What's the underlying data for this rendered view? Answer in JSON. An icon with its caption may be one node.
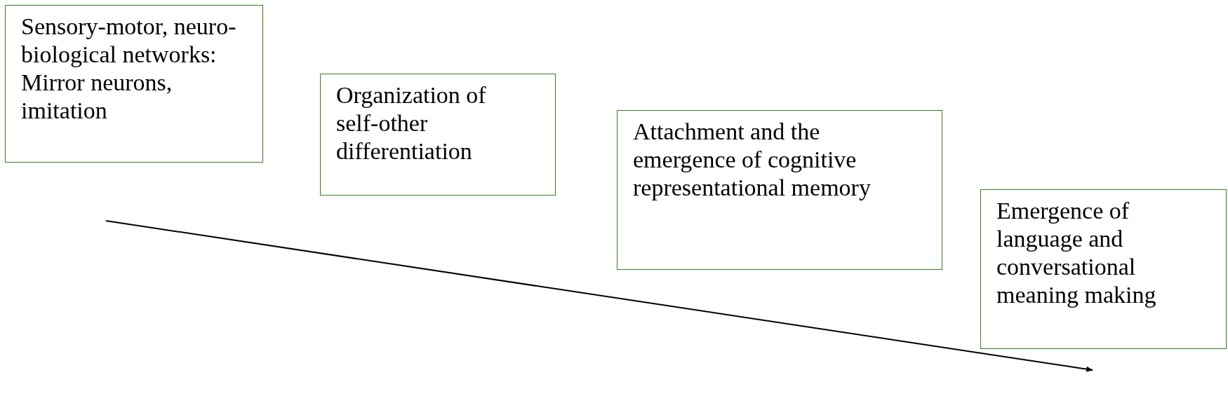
{
  "diagram": {
    "nodes": [
      {
        "text": [
          "Sensory-motor, neuro-biological networks: Mirror neurons, imitation"
        ]
      },
      {
        "text": [
          "Organization of self-other differentiation"
        ]
      },
      {
        "text": [
          "Attachment and the emergence of cognitive representational memory"
        ]
      },
      {
        "text": [
          "Emergence of language and conversational meaning making"
        ]
      }
    ]
  }
}
